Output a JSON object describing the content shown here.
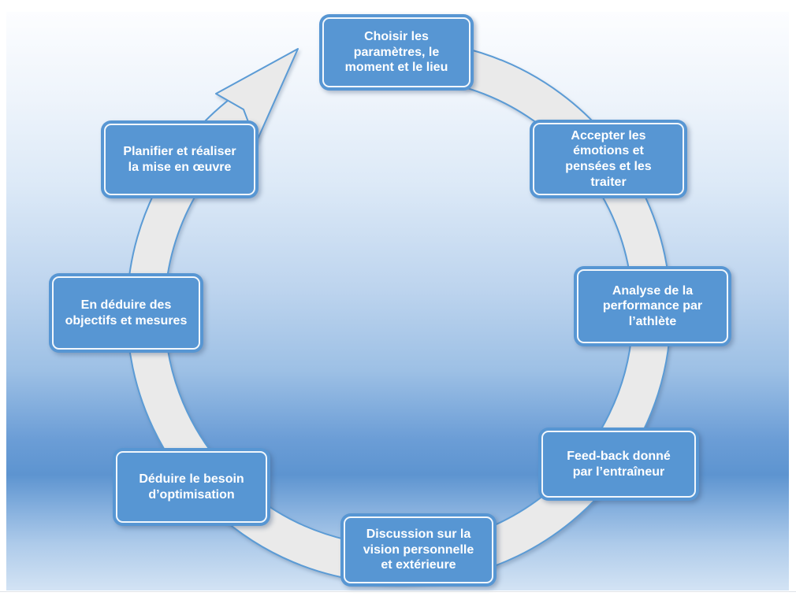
{
  "diagram": {
    "type": "cycle",
    "direction": "clockwise",
    "steps": [
      {
        "position": "top",
        "label": "Choisir les\nparamètres, le\nmoment et le lieu"
      },
      {
        "position": "top-right",
        "label": "Accepter les\némotions et\npensées et les\ntraiter"
      },
      {
        "position": "right",
        "label": "Analyse de la\nperformance par\nl’athlète"
      },
      {
        "position": "bottom-right",
        "label": "Feed-back donné\npar l’entraîneur"
      },
      {
        "position": "bottom",
        "label": "Discussion sur la\nvision personnelle\net extérieure"
      },
      {
        "position": "bottom-left",
        "label": "Déduire le besoin\nd’optimisation"
      },
      {
        "position": "left",
        "label": "En déduire des\nobjectifs et mesures"
      },
      {
        "position": "top-left",
        "label": "Planifier et réaliser\nla mise en œuvre"
      }
    ],
    "colors": {
      "step_fill": "#5796d3",
      "step_inner_border": "#ffffff",
      "arrow_fill": "#eaeaea",
      "arrow_outline": "#5b9bd5",
      "text": "#ffffff"
    }
  }
}
